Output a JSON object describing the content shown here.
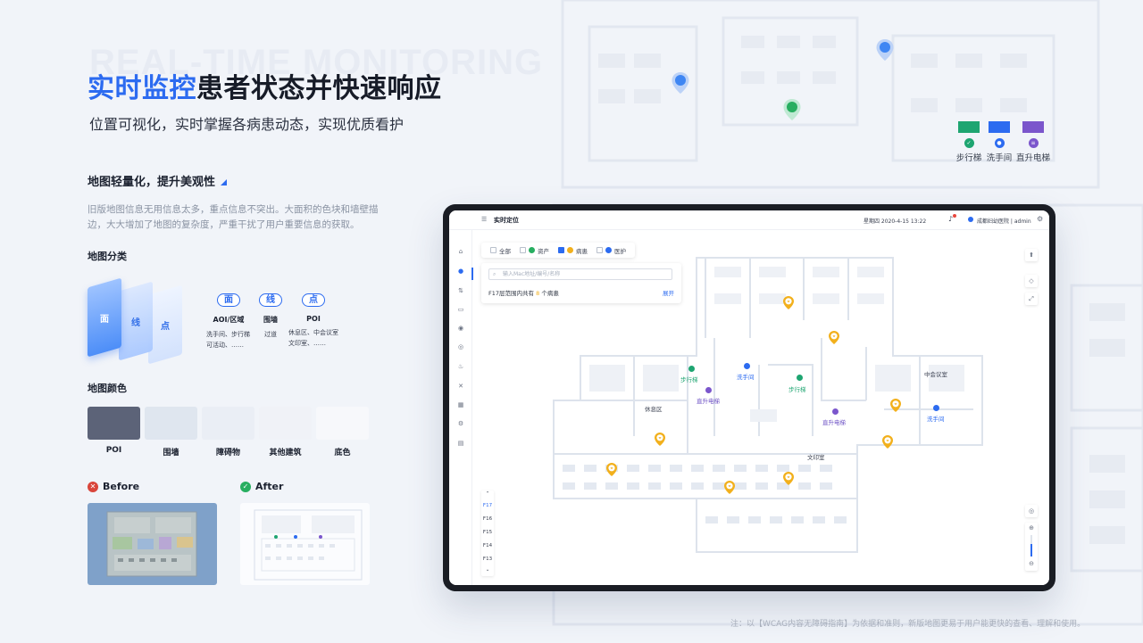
{
  "watermark": "REAL-TIME MONITORING",
  "headline": {
    "highlight": "实时监控",
    "rest": "患者状态并快速响应"
  },
  "subtitle": "位置可视化，实时掌握各病患动态，实现优质看护",
  "section": {
    "title": "地图轻量化，提升美观性",
    "description": "旧版地图信息无用信息太多，重点信息不突出。大面积的色块和墙壁描边，大大增加了地图的复杂度，严重干扰了用户重要信息的获取。"
  },
  "classification": {
    "title": "地图分类",
    "layers": [
      "面",
      "线",
      "点"
    ],
    "columns": [
      {
        "pill": "面",
        "name": "AOI/区域",
        "desc": [
          "洗手间、步行梯",
          "可活动、……"
        ]
      },
      {
        "pill": "线",
        "name": "围墙",
        "desc": [
          "过道"
        ]
      },
      {
        "pill": "点",
        "name": "POI",
        "desc": [
          "休息区、中会议室",
          "文印室、……"
        ]
      }
    ]
  },
  "colors": {
    "title": "地图颜色",
    "swatches": [
      {
        "label": "POI",
        "color": "#5c6378"
      },
      {
        "label": "围墙",
        "color": "#dfe6ef"
      },
      {
        "label": "障碍物",
        "color": "#eaeef5"
      },
      {
        "label": "其他建筑",
        "color": "#f0f2f7"
      },
      {
        "label": "底色",
        "color": "#f7f8fb"
      }
    ]
  },
  "before_after": {
    "before": "Before",
    "after": "After",
    "before_color": "#d9453b",
    "after_color": "#27ae60"
  },
  "legend": [
    {
      "label": "步行梯",
      "color": "#1ea571"
    },
    {
      "label": "洗手间",
      "color": "#2c6bf0"
    },
    {
      "label": "直升电梯",
      "color": "#7b56cc"
    }
  ],
  "app": {
    "title": "实时定位",
    "datetime": "星期四  2020-4-15  13:22",
    "user": "成都妇幼医院 | admin",
    "filters": [
      {
        "label": "全部",
        "checked": false
      },
      {
        "label": "资产",
        "checked": false
      },
      {
        "label": "病患",
        "checked": true
      },
      {
        "label": "医护",
        "checked": false
      }
    ],
    "search_placeholder": "输入Mac地址/编号/名称",
    "count_prefix": "F17层范围内共有",
    "count_value": "8",
    "count_suffix": "个病患",
    "expand_label": "展开",
    "floors": [
      "F17",
      "F16",
      "F15",
      "F14",
      "F13"
    ],
    "active_floor": "F17",
    "map_labels": {
      "stairs_1": "步行梯",
      "toilet_1": "洗手间",
      "stairs_2": "步行梯",
      "elevator_1": "直升电梯",
      "rest_area": "休息区",
      "elevator_2": "直升电梯",
      "meeting_room": "中会议室",
      "toilet_2": "洗手间",
      "print_room": "文印室"
    },
    "accent": "#2c6bf0",
    "patient_pin_color": "#f2b01c"
  },
  "footnote": "注：以【WCAG内容无障碍指南】为依据和准则，新版地图更易于用户能更快的查看、理解和使用。"
}
